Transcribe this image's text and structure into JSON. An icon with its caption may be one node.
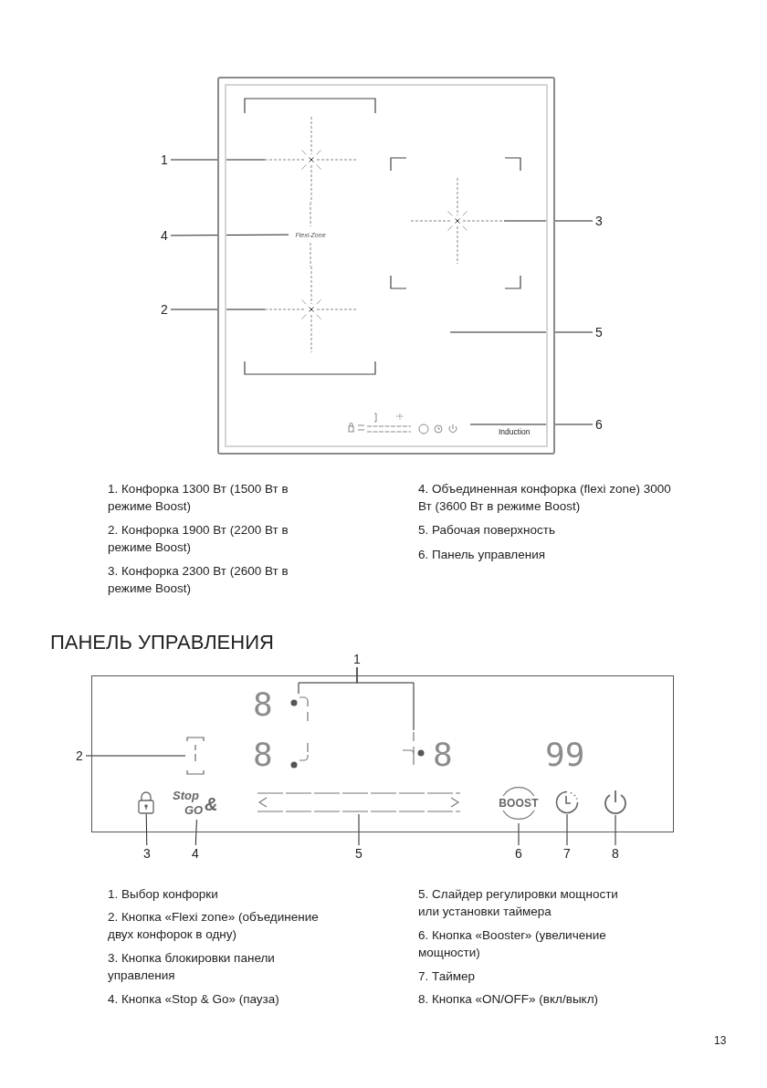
{
  "diagram": {
    "nodes": [
      {
        "text": [],
        "shape": "box"
      },
      {
        "text": [],
        "shape": "star",
        "in": 0
      },
      {
        "text": [
          "Flexi-Zone"
        ],
        "in": 0
      },
      {
        "text": [],
        "shape": "star",
        "in": 0
      },
      {
        "text": [],
        "shape": "star",
        "in": 0
      },
      {
        "text": [],
        "shape": "bar",
        "in": 0
      },
      {
        "text": [
          "1"
        ]
      },
      {
        "text": [
          "3"
        ]
      },
      {
        "text": [
          "4"
        ]
      },
      {
        "text": [
          "2"
        ]
      },
      {
        "text": [
          "5"
        ]
      },
      {
        "text": [
          "6"
        ]
      },
      {
        "text": [],
        "shape": "box"
      },
      {
        "text": [],
        "shape": "bracket",
        "in": 12
      },
      {
        "text": [],
        "shape": "bracket",
        "in": 12
      },
      {
        "text": [],
        "shape": "bracket",
        "in": 12
      },
      {
        "text": [],
        "shape": "lock",
        "in": 12
      },
      {
        "text": [
          "Stop",
          "&",
          "GO"
        ],
        "in": 12
      },
      {
        "text": [],
        "shape": "bar",
        "in": 12
      },
      {
        "text": [
          "BOOST"
        ],
        "in": 12
      },
      {
        "text": [],
        "shape": "clock",
        "in": 12
      },
      {
        "text": [],
        "shape": "circle",
        "in": 12
      },
      {
        "text": [
          "1"
        ]
      },
      {
        "text": [
          "2"
        ]
      },
      {
        "text": [
          "3"
        ]
      },
      {
        "text": [
          "4"
        ]
      },
      {
        "text": [
          "5"
        ]
      },
      {
        "text": [
          "6"
        ]
      },
      {
        "text": [
          "7"
        ]
      },
      {
        "text": [
          "8"
        ]
      }
    ],
    "edges": [
      {
        "from": 6,
        "to": 1,
        "arrow": "none"
      },
      {
        "from": 7,
        "to": 4,
        "arrow": "none"
      },
      {
        "from": 8,
        "to": 2,
        "arrow": "none"
      },
      {
        "from": 9,
        "to": 3,
        "arrow": "none"
      },
      {
        "from": 10,
        "to": null,
        "arrow": "none"
      },
      {
        "from": 11,
        "to": 5,
        "arrow": "none"
      },
      {
        "from": 22,
        "to": 13,
        "arrow": "none"
      },
      {
        "from": 22,
        "to": 14,
        "arrow": "none"
      },
      {
        "from": 23,
        "to": 15,
        "arrow": "none"
      },
      {
        "from": 24,
        "to": 16,
        "arrow": "none"
      },
      {
        "from": 25,
        "to": 17,
        "arrow": "none"
      },
      {
        "from": 26,
        "to": 18,
        "arrow": "none"
      },
      {
        "from": 27,
        "to": 19,
        "arrow": "none"
      },
      {
        "from": 28,
        "to": 20,
        "arrow": "none"
      },
      {
        "from": 29,
        "to": 21,
        "arrow": "none"
      }
    ],
    "labels": [
      "Induction",
      "1. Конфорка 1300 Вт (1500 Вт в режиме Boost)",
      "2. Конфорка 1900 Вт (2200 Вт в режиме Boost)",
      "3. Конфорка 2300 Вт (2600 Вт в режиме Boost)",
      "4. Объединенная конфорка (flexi zone) 3000 Вт (3600 Вт в режиме Boost)",
      "5. Рабочая поверхность",
      "6. Панель управления",
      "ПАНЕЛЬ УПРАВЛЕНИЯ",
      "8",
      "8",
      "8",
      "99",
      "1. Выбор конфорки",
      "2. Кнопка «Flexi zone» (объединение двух конфорок в одну)",
      "3. Кнопка блокировки панели управления",
      "4. Кнопка «Stop & Go» (пауза)",
      "5. Слайдер регулировки мощности или установки таймера",
      "6. Кнопка «Booster» (увеличение мощности)",
      "7. Таймер",
      "8. Кнопка «ON/OFF» (вкл/выкл)",
      "13"
    ]
  }
}
